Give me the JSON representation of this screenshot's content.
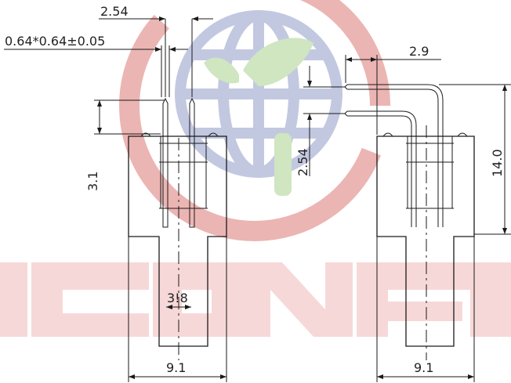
{
  "watermark": {
    "brand_text": "CONNFLY",
    "ring_color": "#e8a8a6",
    "globe_color": "#b9bfdc",
    "leaf_color": "#c7e2b5",
    "letter_color": "#f4cccc"
  },
  "left_view": {
    "pitch_label": "2.54",
    "pin_size_label": "0.64*0.64±0.05",
    "height_label": "3.1",
    "center_label": "3!8",
    "width_label": "9.1"
  },
  "right_view": {
    "offset_label": "2.9",
    "pitch_label": "2.54",
    "total_height_label": "14.0",
    "width_label": "9.1"
  },
  "colors": {
    "line": "#1a1a1a",
    "text": "#222222",
    "background": "#ffffff"
  }
}
